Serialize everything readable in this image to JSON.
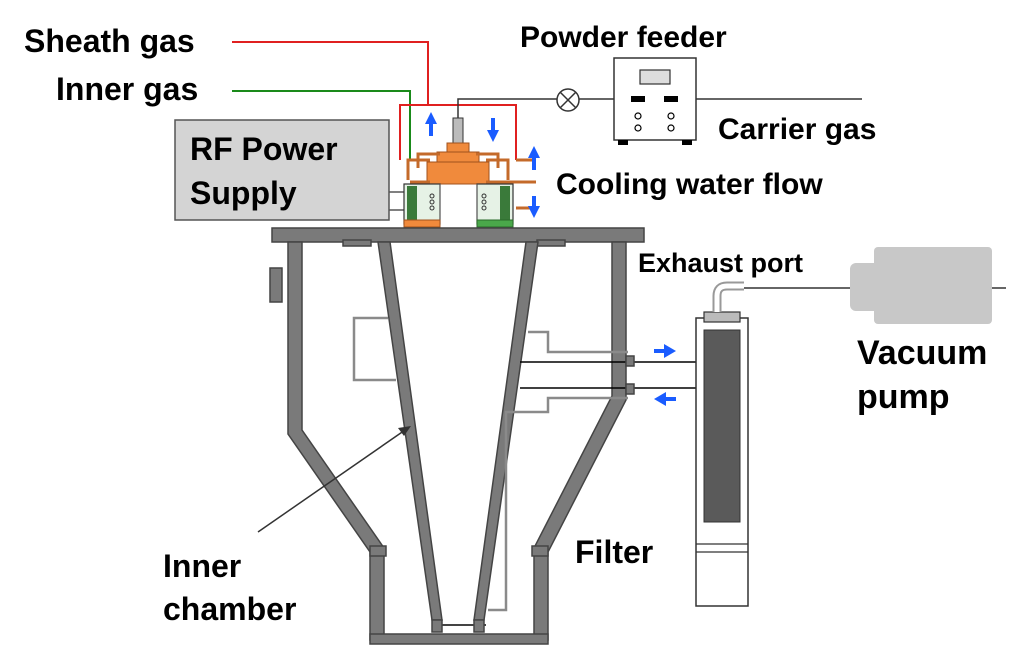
{
  "labels": {
    "sheath_gas": "Sheath gas",
    "inner_gas": "Inner gas",
    "powder_feeder": "Powder feeder",
    "carrier_gas": "Carrier gas",
    "rf_power_line1": "RF Power",
    "rf_power_line2": "Supply",
    "cooling_water_flow": "Cooling water flow",
    "exhaust_port": "Exhaust port",
    "vacuum_pump_line1": "Vacuum",
    "vacuum_pump_line2": "pump",
    "filter": "Filter",
    "inner_chamber_line1": "Inner",
    "inner_chamber_line2": "chamber"
  },
  "colors": {
    "sheath_gas_line": "#e02020",
    "inner_gas_line": "#1a8a1a",
    "arrow": "#1a5cff",
    "chamber_wall": "#7a7a7a",
    "copper": "#f08a3c",
    "power_box": "#d4d4d4",
    "pump": "#c8c8c8"
  }
}
